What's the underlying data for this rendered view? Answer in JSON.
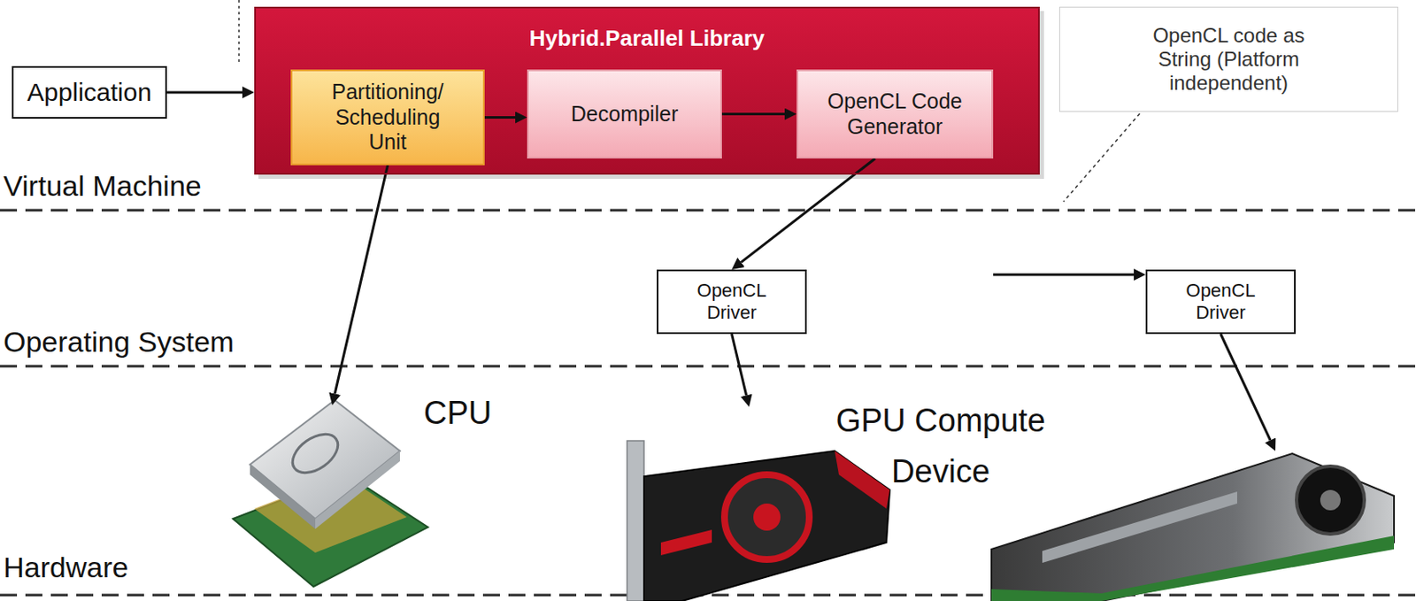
{
  "diagram": {
    "nodes": [
      {
        "text": [
          "Application"
        ]
      },
      {
        "text": [
          "Hybrid.Parallel Library"
        ]
      },
      {
        "text": [
          "Partitioning/ Scheduling Unit"
        ],
        "in": 1
      },
      {
        "text": [
          "Decompiler"
        ],
        "in": 1
      },
      {
        "text": [
          "OpenCL Code Generator"
        ],
        "in": 1
      },
      {
        "text": [
          "OpenCL code as String (Platform independent)"
        ]
      },
      {
        "text": [
          "OpenCL Driver"
        ]
      },
      {
        "text": [
          "OpenCL Driver"
        ]
      }
    ],
    "edges": [
      {
        "from": 0,
        "to": 1,
        "arrow": "to"
      },
      {
        "from": 2,
        "to": 3,
        "arrow": "to"
      },
      {
        "from": 3,
        "to": 4,
        "arrow": "to"
      },
      {
        "from": 4,
        "to": 6,
        "arrow": "to"
      },
      {
        "from": 4,
        "to": 7,
        "arrow": "to"
      }
    ],
    "labels": [
      "Virtual Machine",
      "Operating System",
      "Hardware",
      "CPU",
      "GPU Compute Device"
    ]
  }
}
